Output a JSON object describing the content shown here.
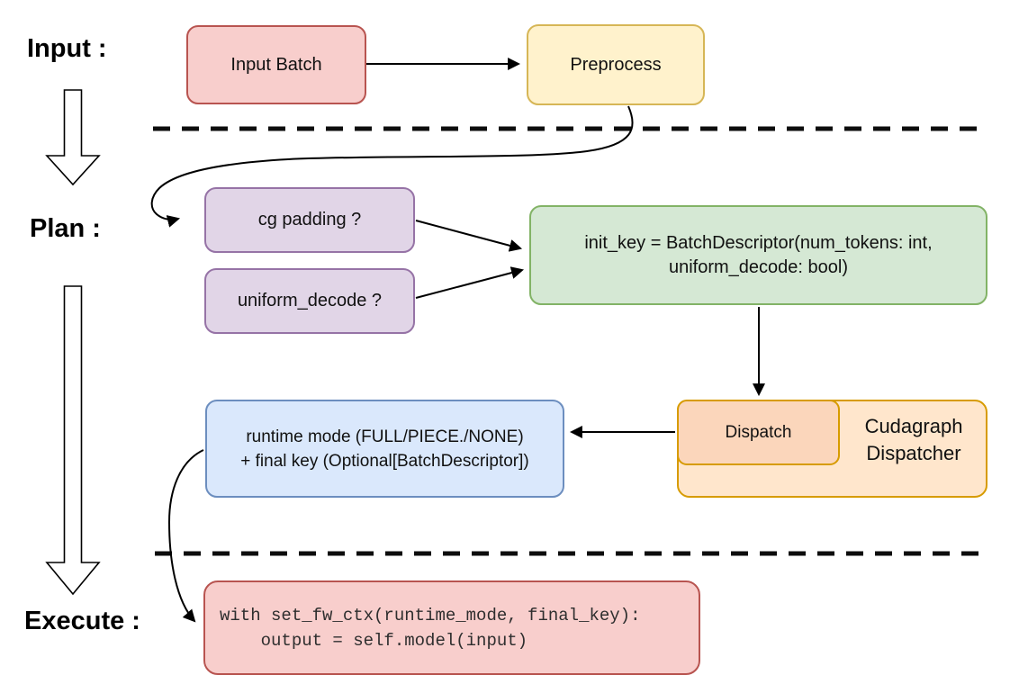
{
  "section_labels": {
    "input": "Input :",
    "plan": "Plan :",
    "execute": "Execute :"
  },
  "nodes": {
    "input_batch": {
      "label": "Input Batch",
      "fill": "#f8cecc",
      "border": "#b85450"
    },
    "preprocess": {
      "label": "Preprocess",
      "fill": "#fff2cc",
      "border": "#d6b656"
    },
    "cg_padding": {
      "label": "cg padding ?",
      "fill": "#e1d5e7",
      "border": "#9673a6"
    },
    "uniform_decode": {
      "label": "uniform_decode ?",
      "fill": "#e1d5e7",
      "border": "#9673a6"
    },
    "init_key": {
      "line1": "init_key = BatchDescriptor(num_tokens: int,",
      "line2": "uniform_decode: bool)",
      "fill": "#d5e8d4",
      "border": "#82b366"
    },
    "dispatch": {
      "label": "Dispatch",
      "fill": "#fbd6bb",
      "border": "#d79b00"
    },
    "cudagraph_dispatcher": {
      "line1": "Cudagraph",
      "line2": "Dispatcher",
      "fill": "#ffe6cc",
      "border": "#d79b00"
    },
    "runtime_mode": {
      "line1": "runtime mode (FULL/PIECE./NONE)",
      "line2": "+ final key (Optional[BatchDescriptor])",
      "fill": "#dae8fc",
      "border": "#6c8ebf"
    },
    "execute_code": {
      "line1": "with set_fw_ctx(runtime_mode, final_key):",
      "line2": "    output = self.model(input)",
      "fill": "#f8cecc",
      "border": "#b85450"
    }
  },
  "colors": {
    "line": "#000000",
    "dashed_divider": "#0d0d0d",
    "block_arrow_fill": "#ffffff"
  }
}
